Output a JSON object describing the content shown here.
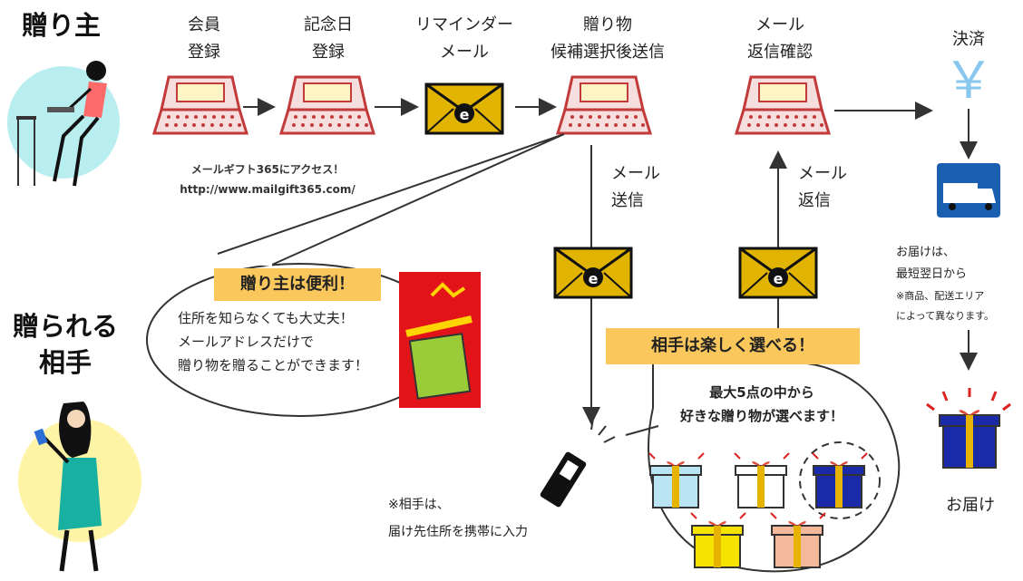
{
  "roles": {
    "sender": "贈り主",
    "recipient_line1": "贈られる",
    "recipient_line2": "相手"
  },
  "steps": [
    {
      "line1": "会員",
      "line2": "登録"
    },
    {
      "line1": "記念日",
      "line2": "登録"
    },
    {
      "line1": "リマインダー",
      "line2": "メール"
    },
    {
      "line1": "贈り物",
      "line2": "候補選択後送信"
    },
    {
      "line1": "メール",
      "line2": "返信確認"
    },
    {
      "line1": "決済",
      "line2": ""
    }
  ],
  "access": {
    "line1": "メールギフト365にアクセス！",
    "url": "http://www.mailgift365.com/"
  },
  "flow_labels": {
    "send_line1": "メール",
    "send_line2": "送信",
    "reply_line1": "メール",
    "reply_line2": "返信"
  },
  "sender_bubble": {
    "headline": "贈り主は便利！",
    "lines": [
      "住所を知らなくても大丈夫！",
      "メールアドレスだけで",
      "贈り物を贈ることができます！"
    ]
  },
  "recipient_bubble": {
    "headline": "相手は楽しく選べる！",
    "line1": "最大5点の中から",
    "line2": "好きな贈り物が選べます！"
  },
  "delivery": {
    "line1": "お届けは、",
    "line2": "最短翌日から",
    "line3": "※商品、配送エリア",
    "line4": "によって異なります。",
    "final_label": "お届け"
  },
  "mobile_note": {
    "line1": "※相手は、",
    "line2": "届け先住所を携帯に入力"
  },
  "icons": {
    "laptop": "laptop-icon",
    "envelope": "envelope-icon",
    "envelope_mark": "e",
    "yen": "￥",
    "truck": "truck-icon",
    "phone": "mobile-phone-icon",
    "gift": "gift-box-icon"
  },
  "colors": {
    "laptop_fill": "#f6dede",
    "laptop_stroke": "#c23a3a",
    "laptop_screen": "#fff5c4",
    "envelope_fill": "#e0b400",
    "tag_fill": "#f9c75c",
    "sender_circle": "#b8eef0",
    "recipient_circle": "#fff4a6",
    "yen_color": "#88c8ee",
    "truck_bg": "#1a5fb0",
    "gift_navy": "#1b2aa8",
    "gift_ribbon": "#e6b400"
  }
}
